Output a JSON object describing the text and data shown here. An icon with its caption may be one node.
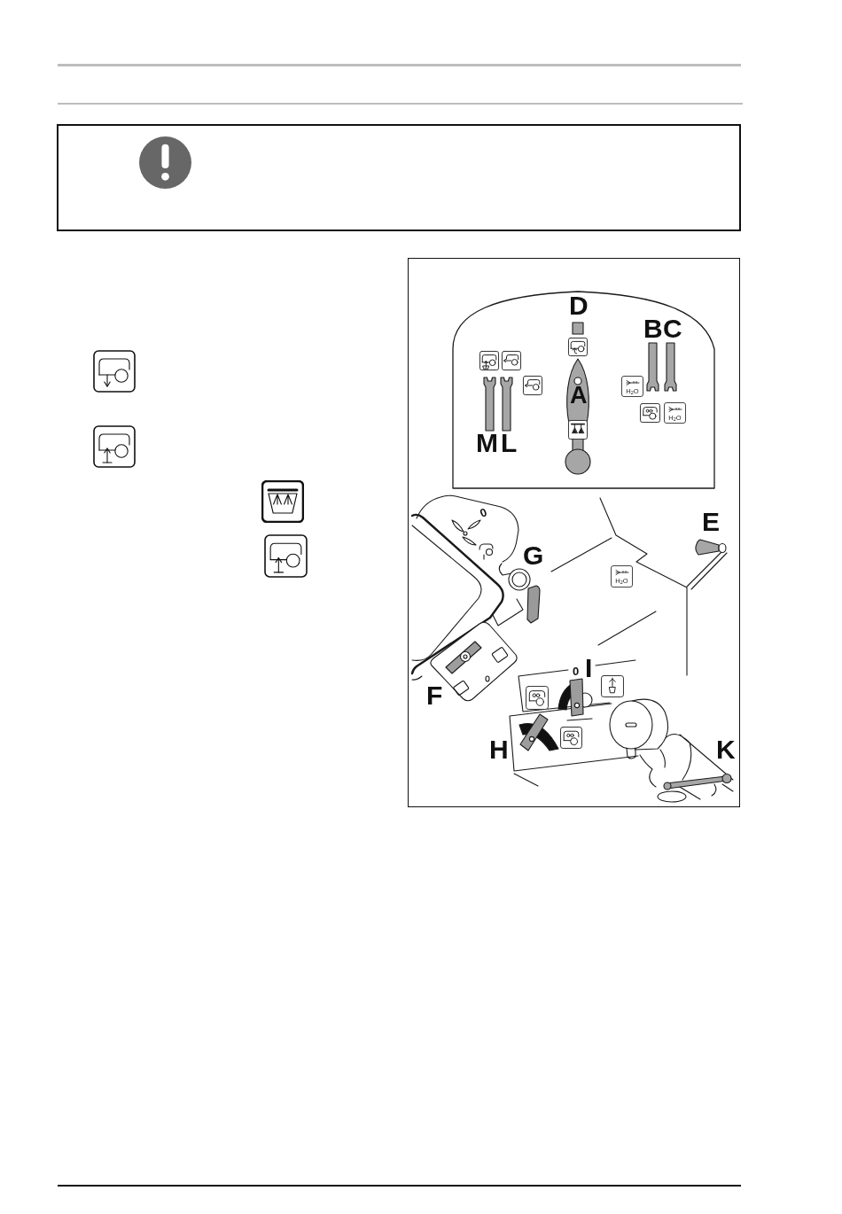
{
  "diagram": {
    "nodes": [
      {
        "text": [],
        "shape": "box"
      }
    ],
    "labels": [
      "D",
      "B",
      "C",
      "H$_{2}$O",
      "A",
      "H$_{2}$O",
      "M",
      "L",
      "0",
      "E",
      "G",
      "H$_{2}$O",
      "I",
      "0",
      "F",
      "H",
      "K"
    ]
  }
}
